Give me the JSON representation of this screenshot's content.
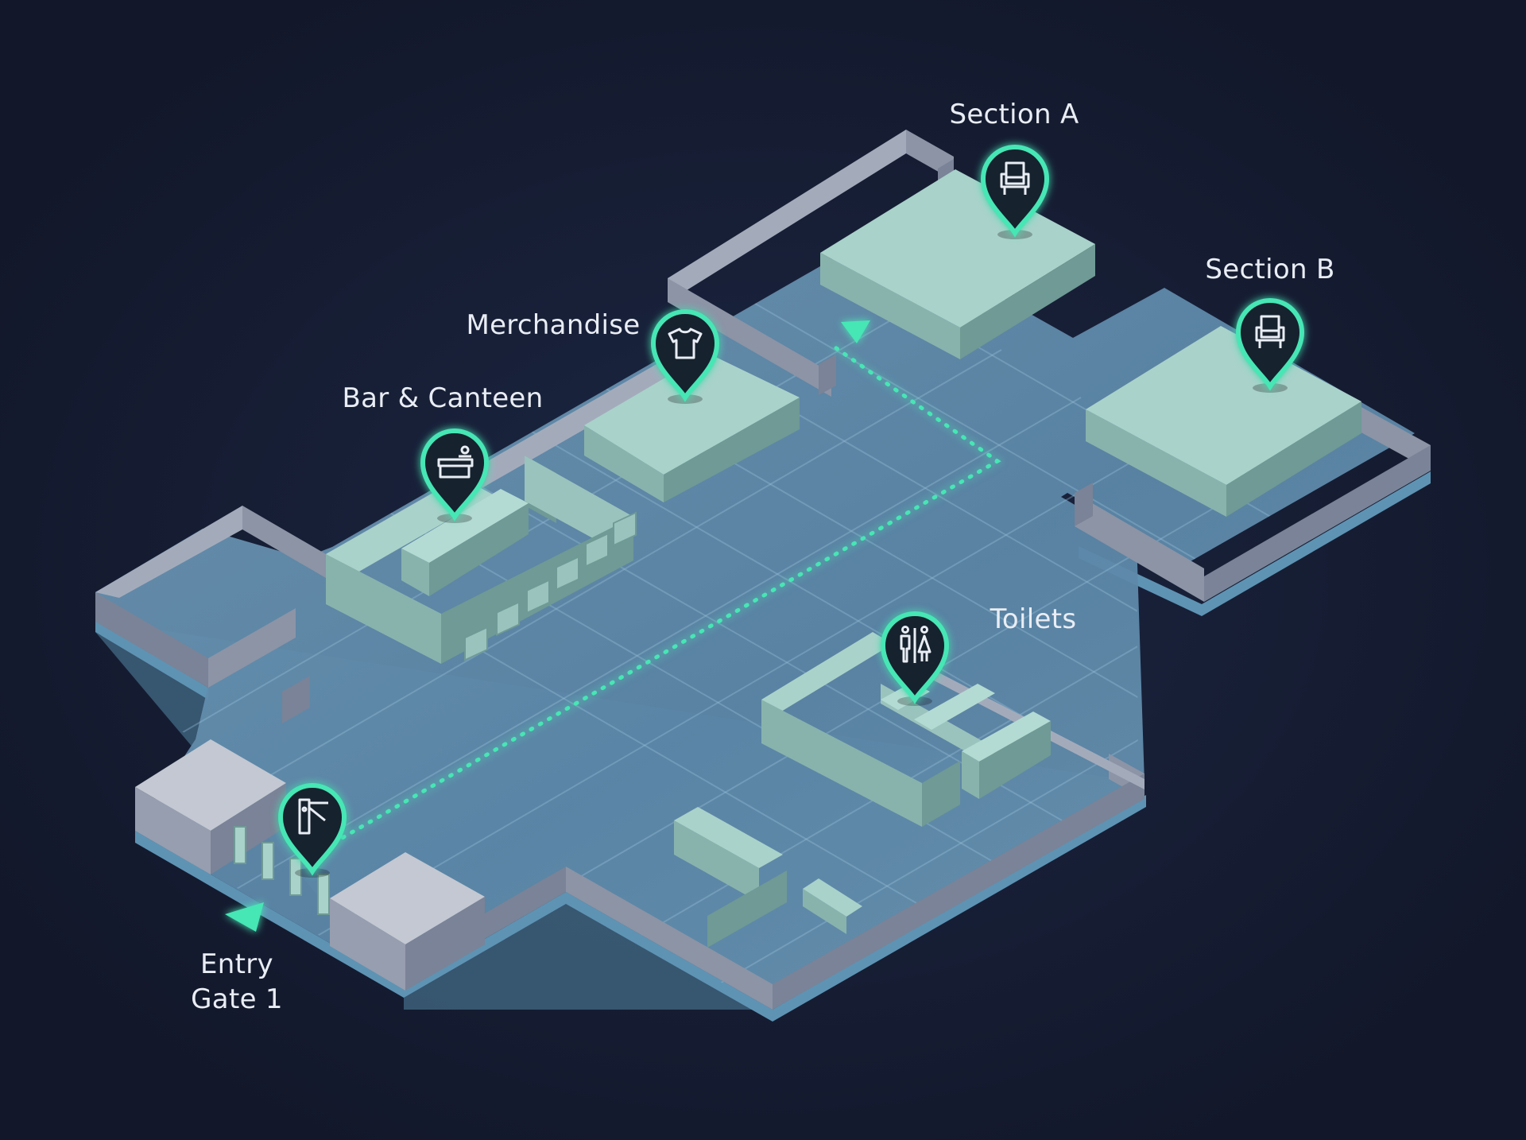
{
  "venue_map": {
    "labels": {
      "section_a": "Section A",
      "section_b": "Section B",
      "merchandise": "Merchandise",
      "bar_canteen": "Bar & Canteen",
      "toilets": "Toilets",
      "entry_line1": "Entry",
      "entry_line2": "Gate 1"
    },
    "colors": {
      "background": "#141a30",
      "floor": "#6f98b6",
      "wall": "#8a93a6",
      "block": "#9cc5bf",
      "accent": "#47e6b5",
      "text": "#e9edf4"
    },
    "icons": {
      "section_a": "seat-icon",
      "section_b": "seat-icon",
      "merchandise": "tshirt-icon",
      "bar_canteen": "counter-icon",
      "toilets": "restroom-icon",
      "entry": "turnstile-icon"
    }
  }
}
